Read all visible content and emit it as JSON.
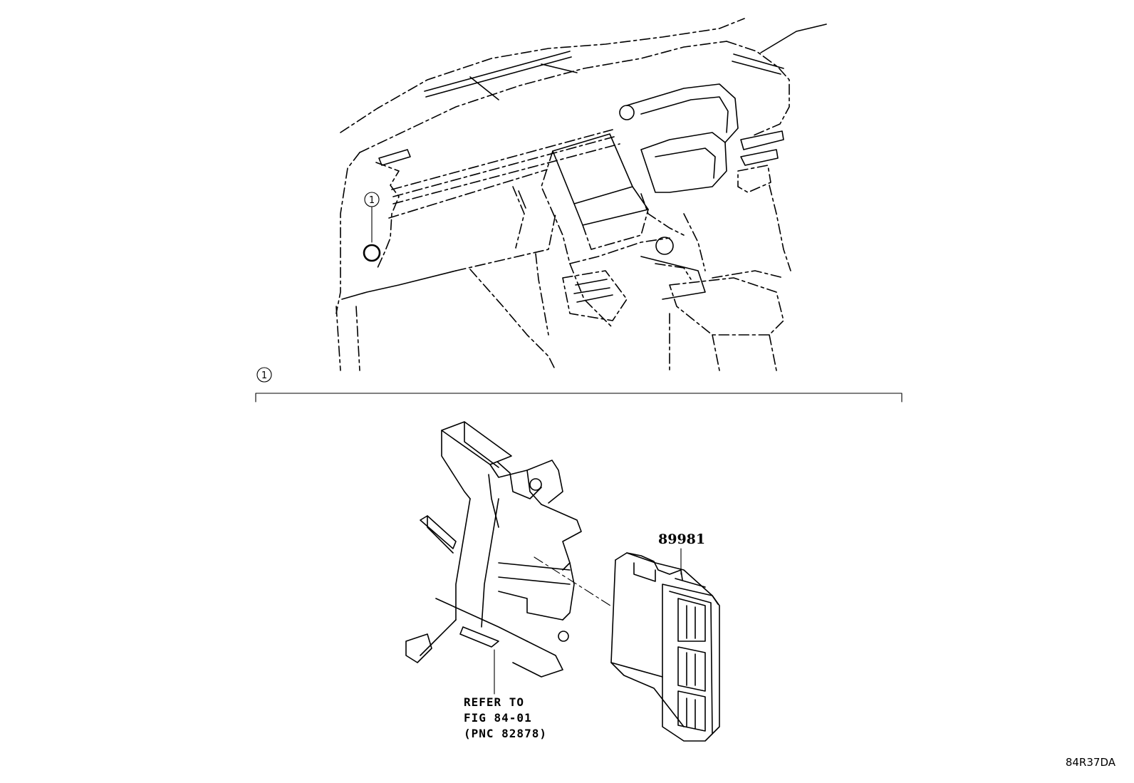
{
  "callout": {
    "number": "1"
  },
  "section": {
    "number": "1"
  },
  "parts": [
    {
      "number": "89981"
    }
  ],
  "reference": {
    "line1": "REFER TO",
    "line2": "FIG 84-01",
    "line3": "(PNC 82878)"
  },
  "figure_code": "84R37DA"
}
